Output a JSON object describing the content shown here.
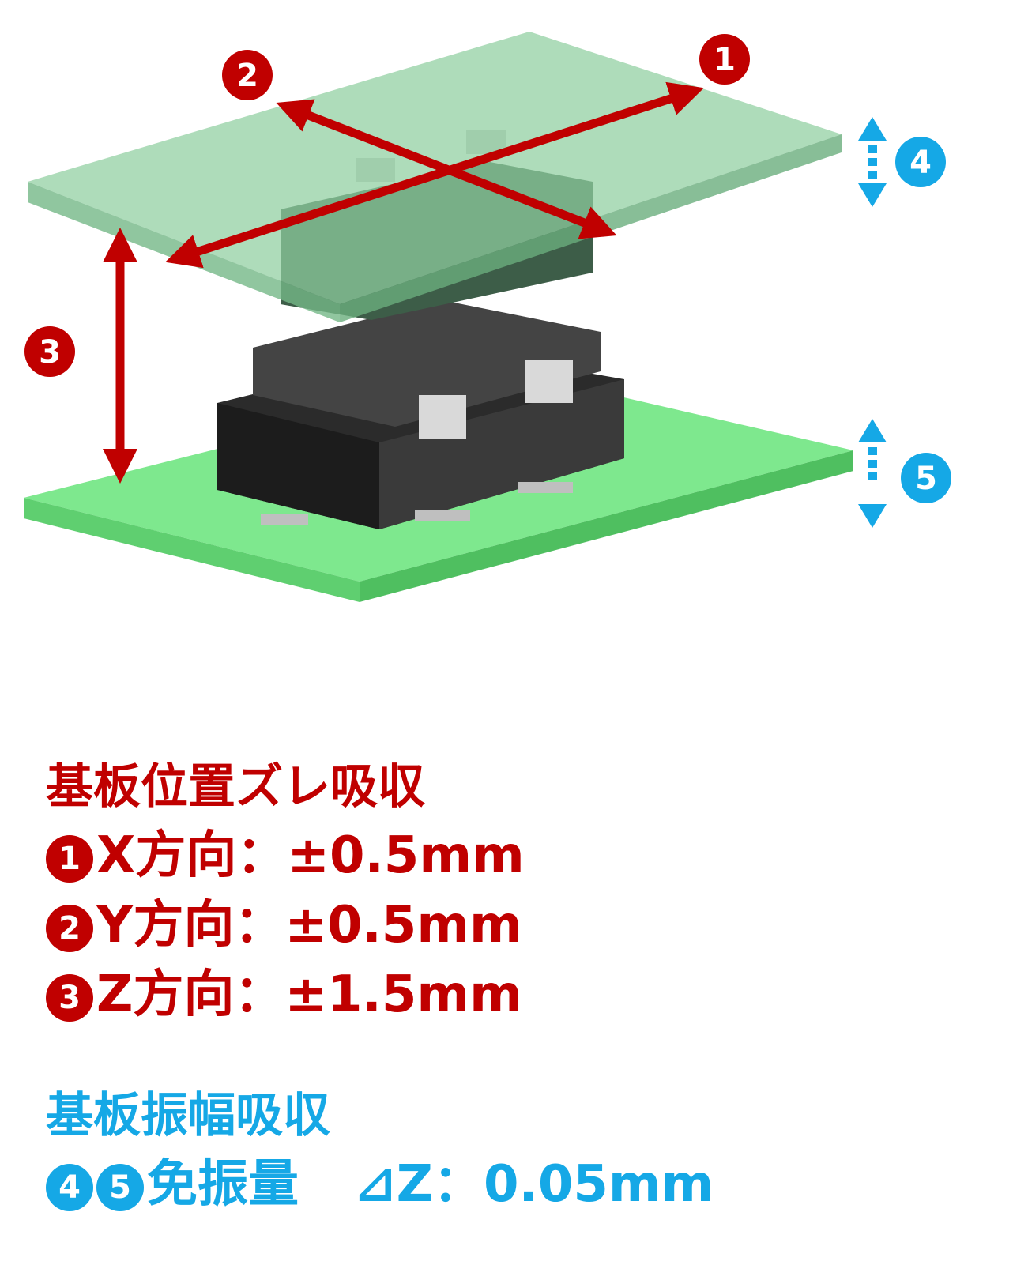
{
  "diagram": {
    "markers": [
      {
        "id": "1",
        "label": "1"
      },
      {
        "id": "2",
        "label": "2"
      },
      {
        "id": "3",
        "label": "3"
      },
      {
        "id": "4",
        "label": "4"
      },
      {
        "id": "5",
        "label": "5"
      }
    ]
  },
  "misalignment": {
    "heading": "基板位置ズレ吸収",
    "x": {
      "marker": "1",
      "text": "X方向：±0.5mm"
    },
    "y": {
      "marker": "2",
      "text": "Y方向：±0.5mm"
    },
    "z": {
      "marker": "3",
      "text": "Z方向：±1.5mm"
    }
  },
  "vibration": {
    "heading": "基板振幅吸収",
    "marker_a": "4",
    "marker_b": "5",
    "label": "免振量",
    "value": "⊿Z：0.05mm"
  },
  "colors": {
    "red": "#c00000",
    "blue": "#15a8e6",
    "pcb_top": "#7ee88e",
    "pcb_bottom": "#6ce57a"
  }
}
